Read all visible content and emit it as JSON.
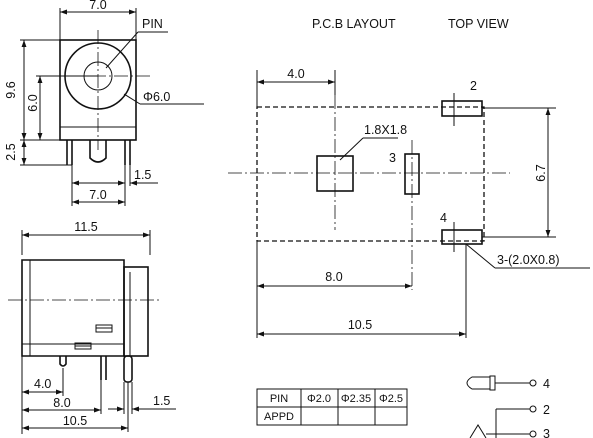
{
  "front_view": {
    "dim_top_width": "7.0",
    "pin_label": "PIN",
    "dim_height_total": "9.6",
    "dim_center_height": "6.0",
    "dim_hole_diameter": "Φ6.0",
    "dim_leg_length": "2.5",
    "dim_pin_pitch": "1.5",
    "dim_bottom_width": "7.0"
  },
  "side_view": {
    "dim_length": "11.5",
    "dim_pin_offset": "4.0",
    "dim_pin_distance": "8.0",
    "dim_total_length": "10.5",
    "dim_pin_pitch": "1.5"
  },
  "pcb_layout": {
    "title": "P.C.B LAYOUT",
    "subtitle": "TOP VIEW",
    "dim_offset": "4.0",
    "pad_square_size": "1.8X1.8",
    "pin_2_label": "2",
    "pin_3_label": "3",
    "pin_4_label": "4",
    "dim_height": "6.7",
    "slot_size": "3-(2.0X0.8)",
    "dim_distance_8": "8.0",
    "dim_distance_10_5": "10.5"
  },
  "pin_table": {
    "headers": [
      "PIN",
      "Φ2.0",
      "Φ2.35",
      "Φ2.5"
    ],
    "row_label": "APPD"
  },
  "schematic": {
    "pin_4": "4",
    "pin_2": "2",
    "pin_3": "3"
  }
}
